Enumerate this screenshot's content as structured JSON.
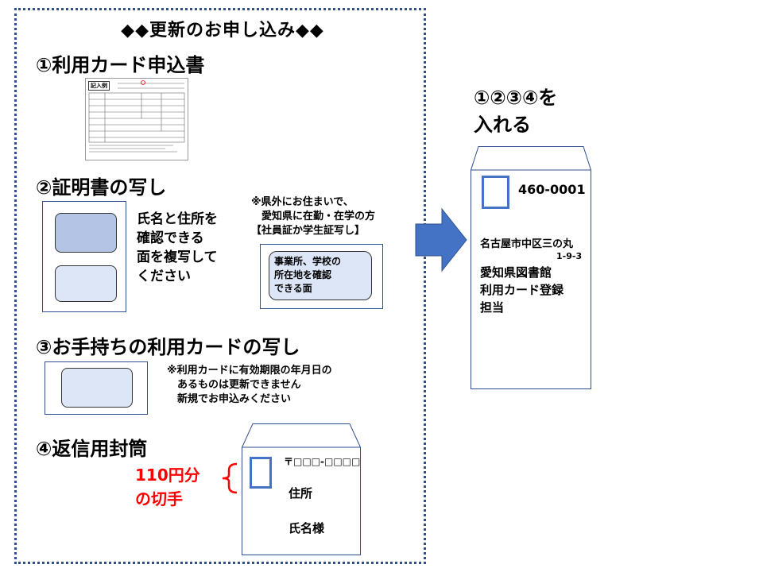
{
  "header": {
    "title": "◆◆更新のお申し込み◆◆"
  },
  "items": {
    "item1": {
      "heading": "①利用カード申込書",
      "form_thumb_label": "記入例"
    },
    "item2": {
      "heading": "②証明書の写し",
      "description": "氏名と住所を\n確認できる\n面を複写して\nください",
      "note": "※県外にお住まいで、\n　愛知県に在勤・在学の方\n【社員証か学生証写し】",
      "inner_card_text": "事業所、学校の\n所在地を確認\nできる面"
    },
    "item3": {
      "heading": "③お手持ちの利用カードの写し",
      "note": "※利用カードに有効期限の年月日の\n　あるものは更新できません\n　新規でお申込みください"
    },
    "item4": {
      "heading": "④返信用封筒",
      "stamp_note": "110円分\nの切手",
      "postal": "〒□□□-□□□□",
      "address": "住所",
      "name": "氏名様"
    }
  },
  "instruction": "①②③④を\n入れる",
  "envelope": {
    "postal_code": "460-0001",
    "address_line1": "名古屋市中区三の丸",
    "address_line2": "1-9-3",
    "recipient": "愛知県図書館\n利用カード登録\n担当"
  },
  "colors": {
    "accent_blue": "#4472c4",
    "red": "#ff0000",
    "border_dotted": "#2f4f8f"
  }
}
